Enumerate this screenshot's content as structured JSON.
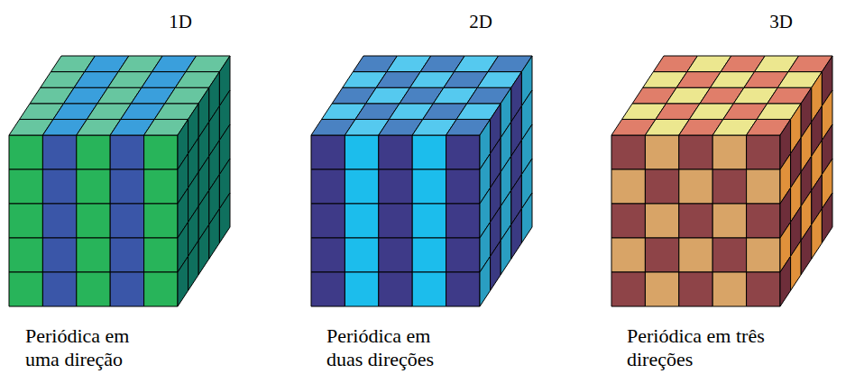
{
  "diagram": {
    "labels": [
      "1D",
      "2D",
      "3D",
      "Periódica em uma direção",
      "Periódica em duas direções",
      "Periódica em três direções"
    ]
  }
}
